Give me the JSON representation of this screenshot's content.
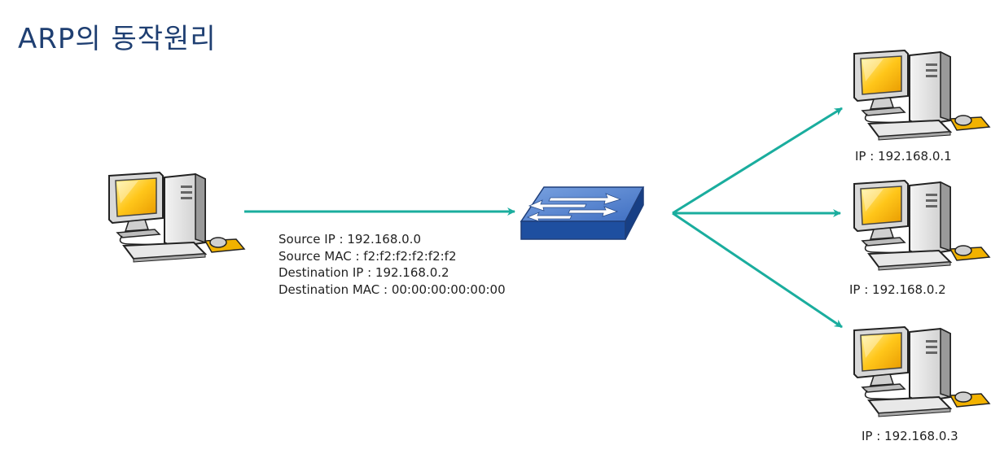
{
  "title": "ARP의 동작원리",
  "packet": {
    "source_ip": "Source IP : 192.168.0.0",
    "source_mac": "Source MAC : f2:f2:f2:f2:f2:f2",
    "destination_ip": "Destination IP : 192.168.0.2",
    "destination_mac": "Destination MAC : 00:00:00:00:00:00"
  },
  "hosts": [
    {
      "label": "IP : 192.168.0.1"
    },
    {
      "label": "IP : 192.168.0.2"
    },
    {
      "label": "IP : 192.168.0.3"
    }
  ],
  "colors": {
    "title": "#1f3f72",
    "arrow": "#1aad9e",
    "switch_top": "#4a78c8",
    "switch_side": "#1e4fa0",
    "screen": "#f5b400"
  }
}
